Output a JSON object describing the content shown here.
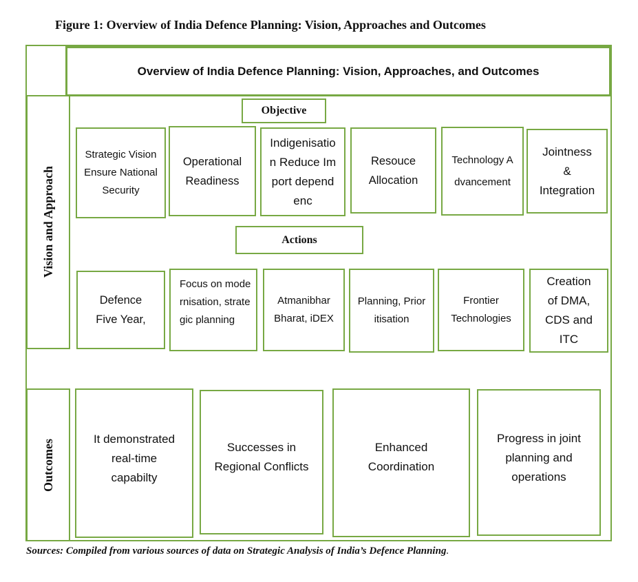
{
  "figure_title": "Figure 1: Overview of India Defence Planning: Vision, Approaches and Outcomes",
  "banner_title": "Overview of India Defence Planning: Vision, Approaches, and Outcomes",
  "side_labels": {
    "vision": "Vision and Approach",
    "outcomes": "Outcomes"
  },
  "objective": {
    "label": "Objective",
    "items": [
      "Strategic Vision Ensure National Security",
      "Operational Readiness",
      "Indigenisation Reduce Import dependenc",
      "Resouce Allocation",
      "Technology Advancement",
      "Jointness & Integration"
    ]
  },
  "actions": {
    "label": "Actions",
    "items": [
      "Defence Five Year,",
      "Focus on modernisation, strategic planning",
      "Atmanibhar Bharat, iDEX",
      "Planning, Prioritisation",
      "Frontier Technologies",
      "Creation of DMA, CDS and ITC"
    ]
  },
  "outcomes": {
    "items": [
      "It demonstrated real-time capabilty",
      "Successes in Regional Conflicts",
      "Enhanced Coordination",
      "Progress in joint planning and operations"
    ]
  },
  "sources": {
    "text": "Sources: Compiled from various sources of data on Strategic Analysis of India’s Defence Planning",
    "end": "."
  },
  "colors": {
    "border": "#77a843"
  }
}
